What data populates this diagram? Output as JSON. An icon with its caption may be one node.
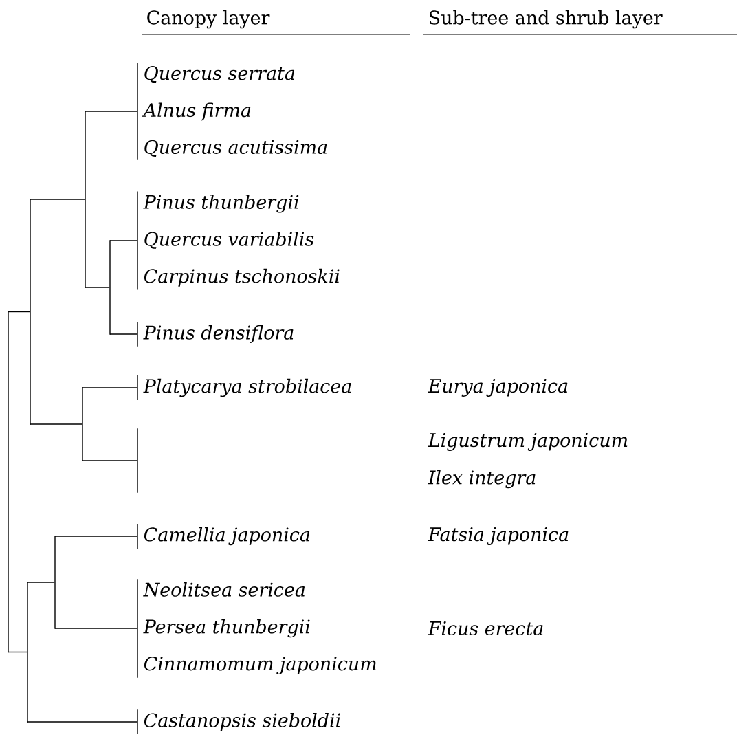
{
  "diagram": {
    "nodes": [
      {
        "text": [],
        "shape": "bar"
      },
      {
        "text": [],
        "shape": "bar"
      },
      {
        "text": [],
        "shape": "bar"
      },
      {
        "text": [
          "Quercus serrata",
          "Alnus firma",
          "Quercus acutissima"
        ]
      },
      {
        "text": [],
        "shape": "bar"
      },
      {
        "text": [
          "Pinus thunbergii",
          "Quercus variabilis",
          "Carpinus tschonoskii"
        ]
      },
      {
        "text": [
          "Pinus densiflora"
        ]
      },
      {
        "text": [],
        "shape": "bar"
      },
      {
        "text": [
          "Platycarya strobilacea"
        ]
      },
      {
        "text": [],
        "shape": "bar"
      },
      {
        "text": [],
        "shape": "bar"
      },
      {
        "text": [],
        "shape": "bar"
      },
      {
        "text": [
          "Camellia japonica"
        ]
      },
      {
        "text": [
          "Neolitsea sericea",
          "Persea thunbergii",
          "Cinnamomum japonicum"
        ]
      },
      {
        "text": [
          "Castanopsis sieboldii"
        ]
      }
    ],
    "edges": [
      {
        "from": 0,
        "to": 1,
        "arrow": "none"
      },
      {
        "from": 0,
        "to": 10,
        "arrow": "none"
      },
      {
        "from": 1,
        "to": 2,
        "arrow": "none"
      },
      {
        "from": 1,
        "to": 7,
        "arrow": "none"
      },
      {
        "from": 2,
        "to": 3,
        "arrow": "none"
      },
      {
        "from": 2,
        "to": 4,
        "arrow": "none"
      },
      {
        "from": 4,
        "to": 5,
        "arrow": "none"
      },
      {
        "from": 4,
        "to": 6,
        "arrow": "none"
      },
      {
        "from": 7,
        "to": 8,
        "arrow": "none"
      },
      {
        "from": 7,
        "to": 9,
        "arrow": "none"
      },
      {
        "from": 10,
        "to": 11,
        "arrow": "none"
      },
      {
        "from": 10,
        "to": 14,
        "arrow": "none"
      },
      {
        "from": 11,
        "to": 12,
        "arrow": "none"
      },
      {
        "from": 11,
        "to": 13,
        "arrow": "none"
      }
    ],
    "labels": [
      "Canopy layer",
      "Sub-tree and shrub layer",
      "Eurya japonica",
      "Ligustrum japonicum",
      "Ilex integra",
      "Fatsia japonica",
      "Ficus erecta"
    ]
  }
}
